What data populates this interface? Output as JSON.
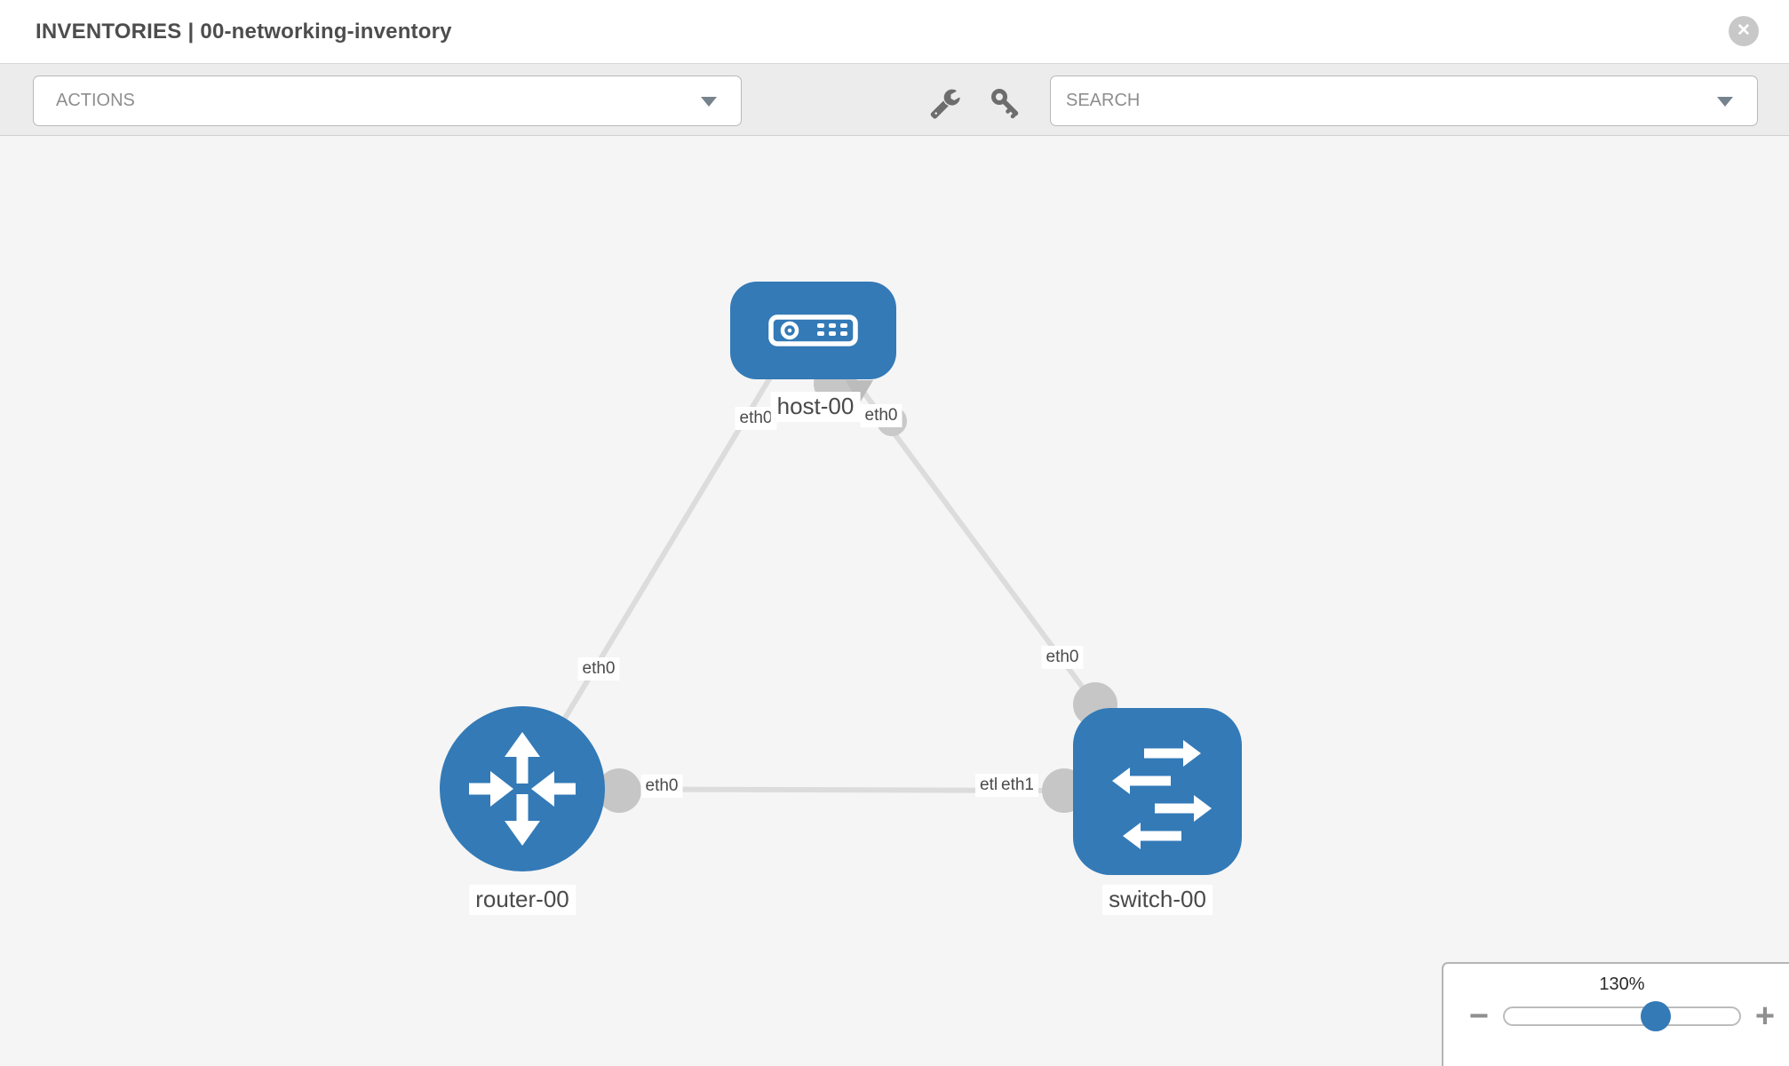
{
  "header": {
    "section": "INVENTORIES",
    "separator": "|",
    "inventory_name": "00-networking-inventory",
    "close_glyph": "✕"
  },
  "toolbar": {
    "actions_label": "ACTIONS",
    "search_label": "SEARCH"
  },
  "topology": {
    "nodes": [
      {
        "id": "host-00",
        "type": "host",
        "label": "host-00"
      },
      {
        "id": "router-00",
        "type": "router",
        "label": "router-00"
      },
      {
        "id": "switch-00",
        "type": "switch",
        "label": "switch-00"
      }
    ],
    "links": [
      {
        "from": "host-00",
        "to": "router-00",
        "from_interface": "eth0",
        "to_interface": "eth0"
      },
      {
        "from": "host-00",
        "to": "switch-00",
        "from_interface": "eth0",
        "to_interface": "eth0"
      },
      {
        "from": "router-00",
        "to": "switch-00",
        "from_interface": "eth0",
        "to_interface": "eth1",
        "to_interface_hidden": "eth0"
      }
    ],
    "colors": {
      "node_blue": "#337ab7",
      "port_gray": "#c6c6c6",
      "link_gray": "#dcdcdc"
    }
  },
  "zoom_control": {
    "level_label": "130%",
    "percent": 130,
    "minus_glyph": "−",
    "plus_glyph": "+"
  }
}
